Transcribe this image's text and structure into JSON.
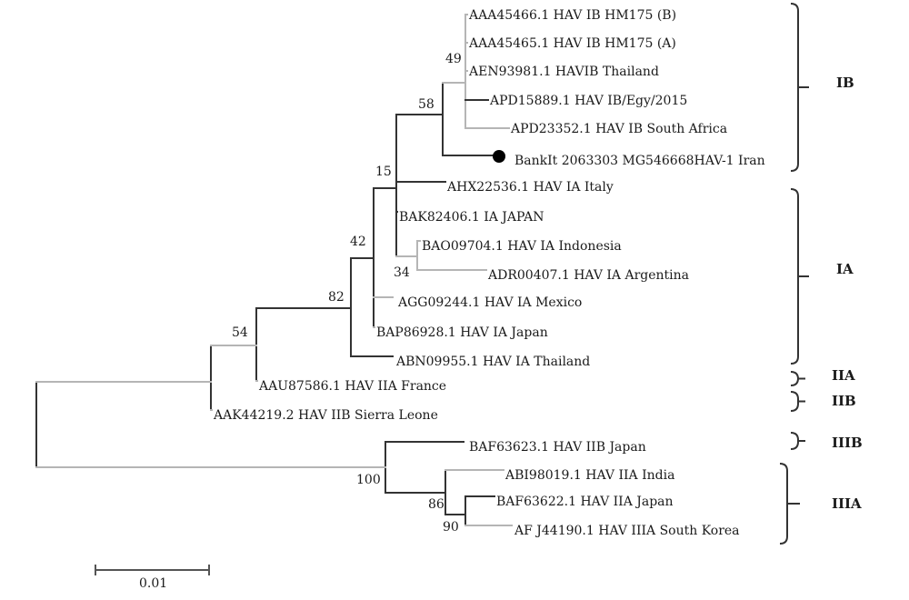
{
  "leaves": [
    {
      "key": "hm175b",
      "label": "AAA45466.1 HAV IB HM175 (B)"
    },
    {
      "key": "hm175a",
      "label": "AAA45465.1 HAV IB HM175 (A)"
    },
    {
      "key": "thai_ib",
      "label": "AEN93981.1 HAVIB Thailand"
    },
    {
      "key": "egy",
      "label": "APD15889.1 HAV IB/Egy/2015"
    },
    {
      "key": "safrica",
      "label": "APD23352.1 HAV IB South Africa"
    },
    {
      "key": "iran",
      "label": "BankIt 2063303 MG546668HAV-1 Iran"
    },
    {
      "key": "italy",
      "label": "AHX22536.1 HAV IA Italy"
    },
    {
      "key": "japan_ia",
      "label": "BAK82406.1 IA JAPAN"
    },
    {
      "key": "indonesia",
      "label": "BAO09704.1 HAV IA Indonesia"
    },
    {
      "key": "argentina",
      "label": "ADR00407.1 HAV IA Argentina"
    },
    {
      "key": "mexico",
      "label": "AGG09244.1 HAV IA Mexico"
    },
    {
      "key": "japan_ia2",
      "label": "BAP86928.1 HAV IA Japan"
    },
    {
      "key": "thai_ia",
      "label": "ABN09955.1 HAV IA Thailand"
    },
    {
      "key": "france",
      "label": "AAU87586.1 HAV IIA France"
    },
    {
      "key": "sierra",
      "label": "AAK44219.2 HAV IIB Sierra Leone"
    },
    {
      "key": "japan_iiib",
      "label": "BAF63623.1 HAV IIB Japan"
    },
    {
      "key": "india",
      "label": "ABI98019.1 HAV IIA India"
    },
    {
      "key": "japan_iiia",
      "label": "BAF63622.1 HAV IIA Japan"
    },
    {
      "key": "korea",
      "label": "AF J44190.1 HAV IIIA South Korea"
    }
  ],
  "bootstrap": [
    {
      "key": "n49",
      "value": "49"
    },
    {
      "key": "n58",
      "value": "58"
    },
    {
      "key": "n15",
      "value": "15"
    },
    {
      "key": "n42",
      "value": "42"
    },
    {
      "key": "n34",
      "value": "34"
    },
    {
      "key": "n82",
      "value": "82"
    },
    {
      "key": "n54",
      "value": "54"
    },
    {
      "key": "n100",
      "value": "100"
    },
    {
      "key": "n86",
      "value": "86"
    },
    {
      "key": "n90",
      "value": "90"
    }
  ],
  "clades": [
    {
      "key": "ib",
      "label": "IB"
    },
    {
      "key": "ia",
      "label": "IA"
    },
    {
      "key": "iia",
      "label": "IIA"
    },
    {
      "key": "iib",
      "label": "IIB"
    },
    {
      "key": "iiib",
      "label": "IIIB"
    },
    {
      "key": "iiia",
      "label": "IIIA"
    }
  ],
  "scale_bar": {
    "label": "0.01"
  },
  "colors": {
    "branch_dark": "#333333",
    "branch_light": "#b5b5b5",
    "text": "#1a1a1a",
    "marker": "#000000"
  }
}
